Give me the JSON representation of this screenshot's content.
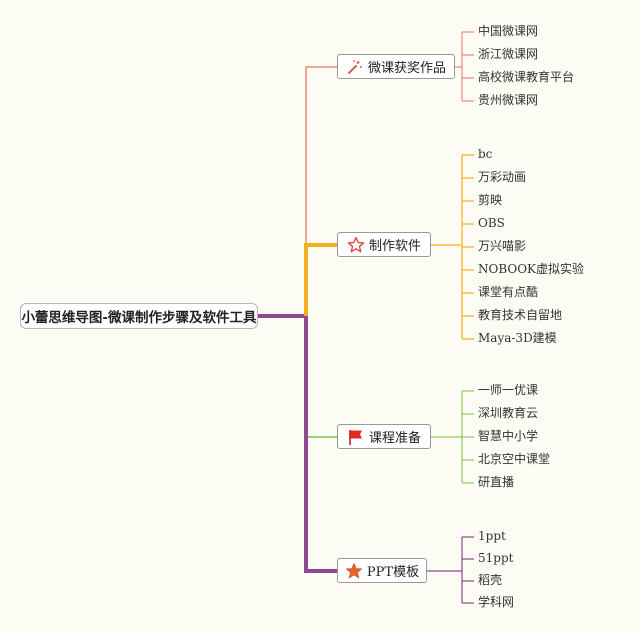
{
  "root": {
    "title": "小蕾思维导图-微课制作步骤及软件工具"
  },
  "branches": [
    {
      "label": "微课获奖作品",
      "icon": "magic-wand-icon",
      "color": "#f08a78",
      "leaves": [
        "中国微课网",
        "浙江微课网",
        "高校微课教育平台",
        "贵州微课网"
      ]
    },
    {
      "label": "制作软件",
      "icon": "star-outline-icon",
      "color": "#f2b01e",
      "leaves": [
        "bc",
        "万彩动画",
        "剪映",
        "OBS",
        "万兴喵影",
        "NOBOOK虚拟实验",
        "课堂有点酷",
        "教育技术自留地",
        "Maya-3D建模"
      ]
    },
    {
      "label": "课程准备",
      "icon": "red-flag-icon",
      "color": "#8ccc5c",
      "leaves": [
        "一师一优课",
        "深圳教育云",
        "智慧中小学",
        "北京空中课堂",
        "研直播"
      ]
    },
    {
      "label": "PPT模板",
      "icon": "orange-star-icon",
      "color": "#8e4a8e",
      "leaves": [
        "1ppt",
        "51ppt",
        "稻壳",
        "学科网"
      ]
    }
  ],
  "colors": {
    "trunk": "#8e4a8e",
    "background": "#fcfbf4"
  }
}
